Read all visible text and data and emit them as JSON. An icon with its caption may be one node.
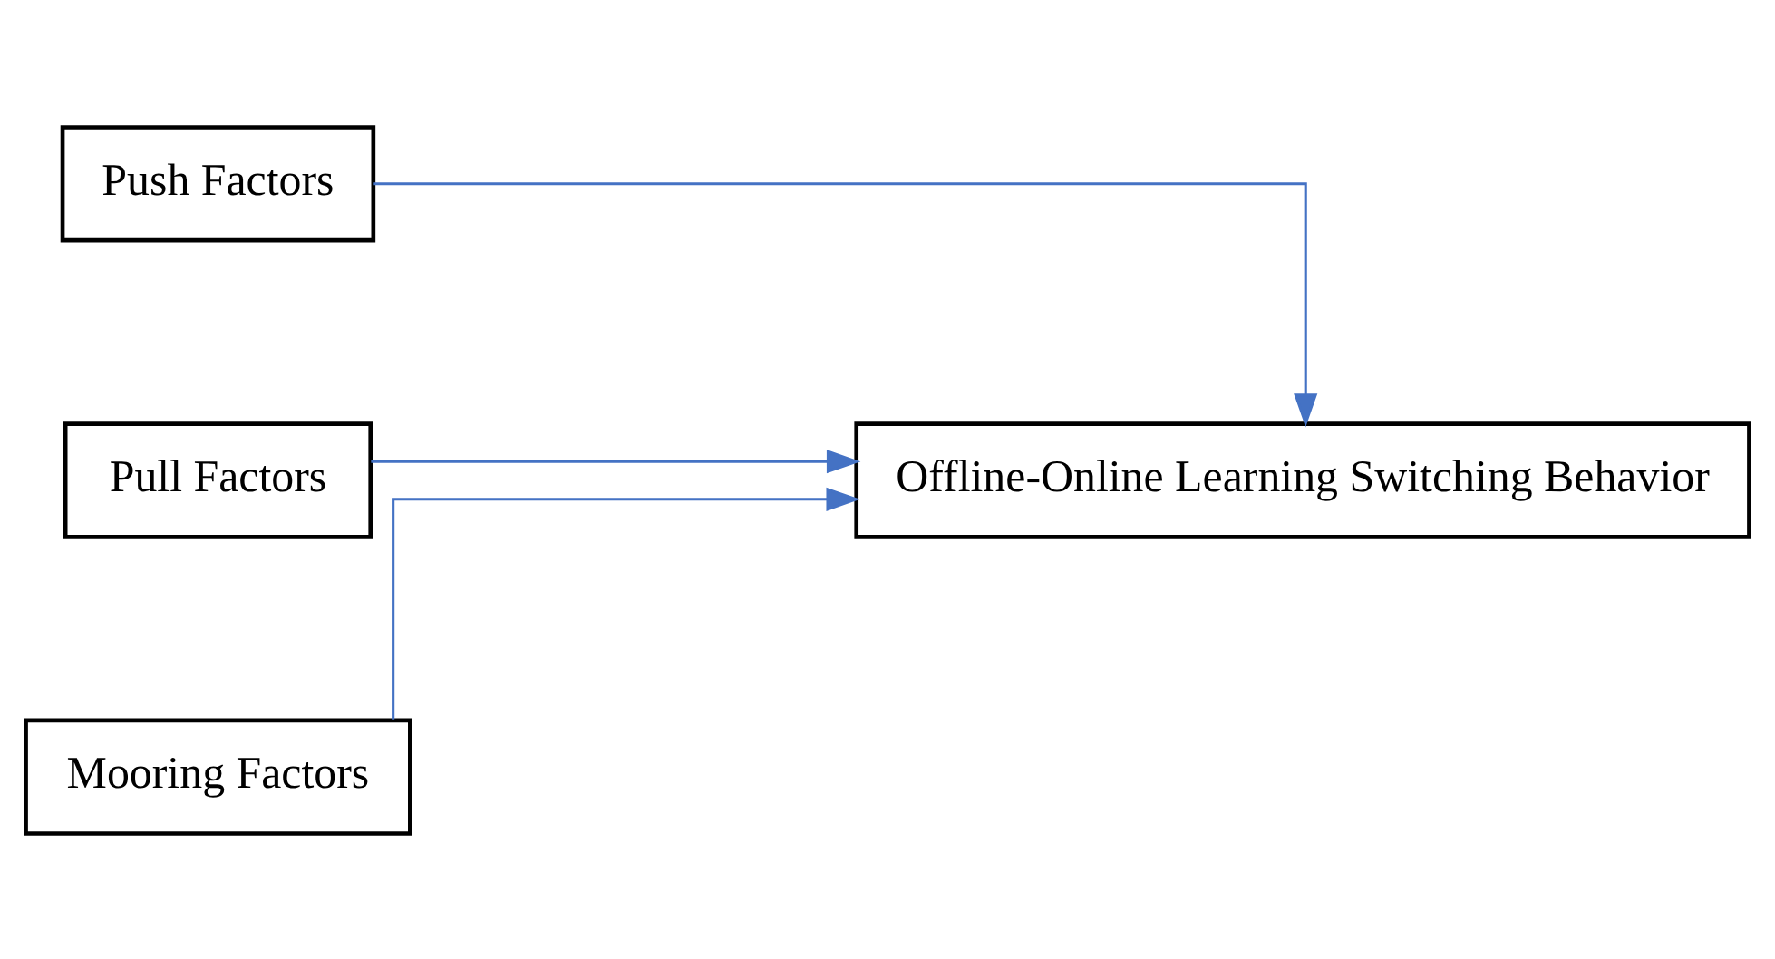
{
  "diagram": {
    "nodes": [
      {
        "text": [
          "Push Factors"
        ]
      },
      {
        "text": [
          "Pull Factors"
        ]
      },
      {
        "text": [
          "Mooring Factors"
        ]
      },
      {
        "text": [
          "Offline-Online Learning Switching Behavior"
        ]
      }
    ],
    "edges": [
      {
        "from": 0,
        "to": 3,
        "arrow": "to"
      },
      {
        "from": 1,
        "to": 3,
        "arrow": "to"
      },
      {
        "from": 2,
        "to": 3,
        "arrow": "to"
      }
    ]
  }
}
